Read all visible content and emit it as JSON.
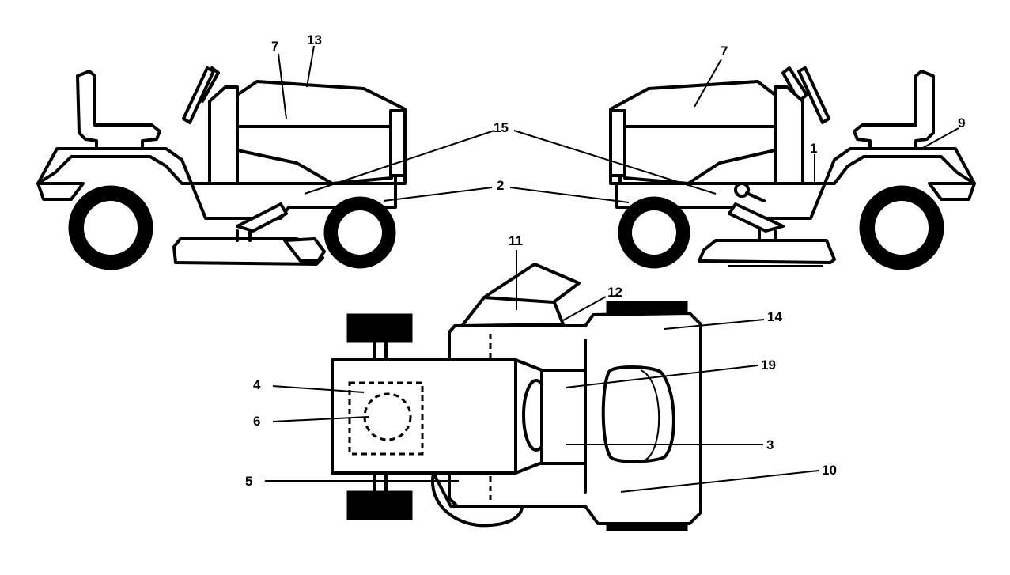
{
  "diagram": {
    "callouts": {
      "c1": "1",
      "c2": "2",
      "c3": "3",
      "c4": "4",
      "c5": "5",
      "c6": "6",
      "c7a": "7",
      "c7b": "7",
      "c9": "9",
      "c10": "10",
      "c11": "11",
      "c12": "12",
      "c13": "13",
      "c14": "14",
      "c15": "15",
      "c19": "19"
    },
    "colors": {
      "line": "#000000",
      "background": "#ffffff"
    }
  }
}
